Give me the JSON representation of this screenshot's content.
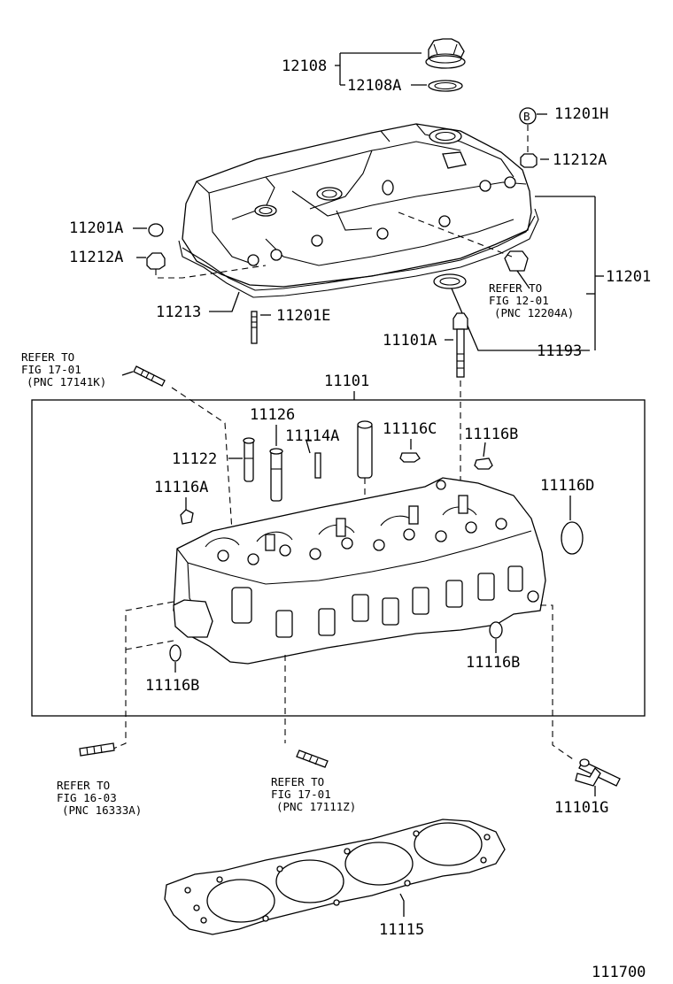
{
  "diagram_id": "111700",
  "labels": {
    "p12108": "12108",
    "p12108A": "12108A",
    "p11201H": "11201H",
    "b_marker": "B",
    "p11212A_top": "11212A",
    "p11201A": "11201A",
    "p11212A_left": "11212A",
    "p11201": "11201",
    "p11213": "11213",
    "p11201E": "11201E",
    "p11101A": "11101A",
    "p11193": "11193",
    "p11101": "11101",
    "p11126": "11126",
    "p11114A": "11114A",
    "p11116C": "11116C",
    "p11116B_top": "11116B",
    "p11122": "11122",
    "p11116A": "11116A",
    "p11116D": "11116D",
    "p11116B_right": "11116B",
    "p11116B_left": "11116B",
    "p11101G": "11101G",
    "p11115": "11115"
  },
  "references": {
    "fig12": [
      "REFER TO",
      "FIG 12-01",
      "(PNC 12204A)"
    ],
    "fig17a": [
      "REFER TO",
      "FIG 17-01",
      "(PNC 17141K)"
    ],
    "fig16": [
      "REFER TO",
      "FIG 16-03",
      "(PNC 16333A)"
    ],
    "fig17b": [
      "REFER TO",
      "FIG 17-01",
      "(PNC 17111Z)"
    ]
  }
}
